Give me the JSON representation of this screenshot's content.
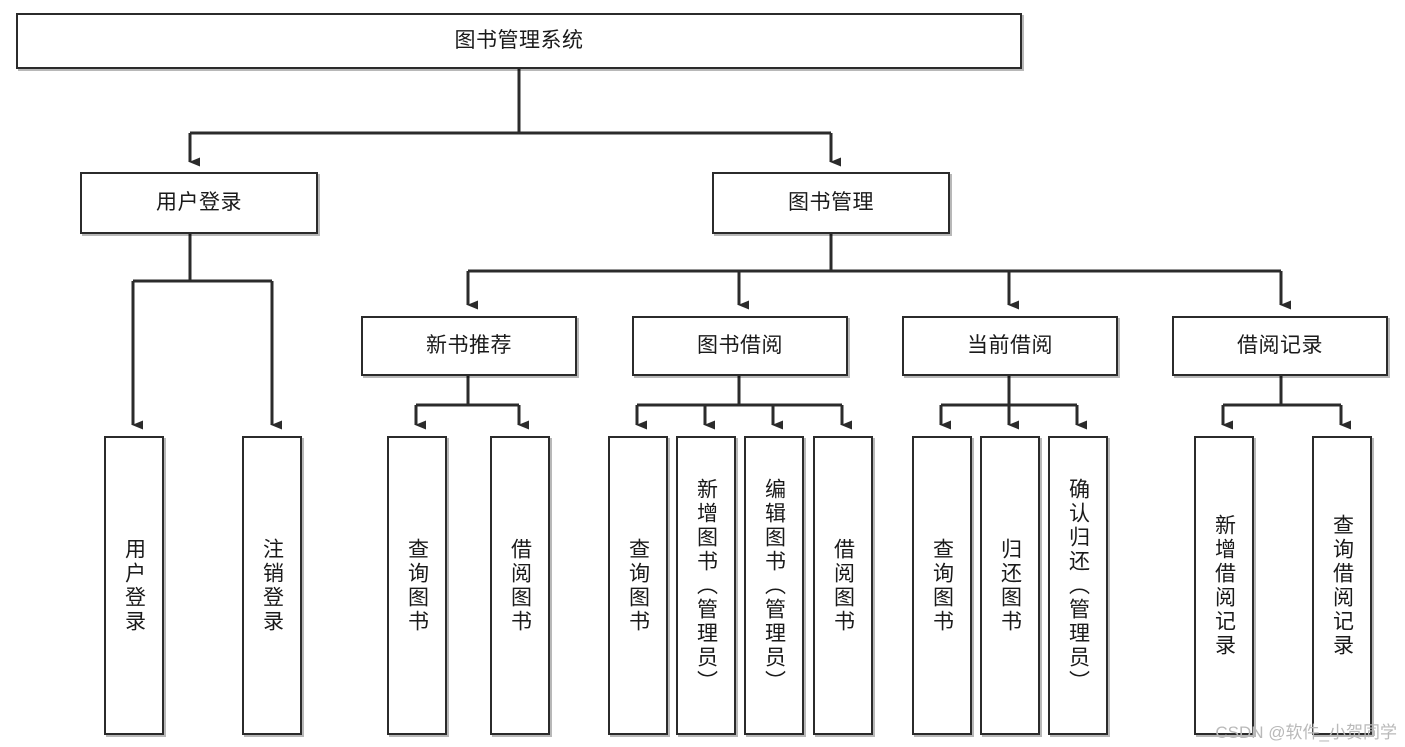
{
  "diagram": {
    "type": "hierarchy-tree",
    "title": "图书管理系统",
    "watermark": "CSDN @软件_小贺同学",
    "colors": {
      "border": "#2b2b2b",
      "fill": "#ffffff",
      "text": "#1a1a1a",
      "connector": "#2b2b2b",
      "watermark": "#b9b9b9"
    },
    "root": {
      "label": "图书管理系统"
    },
    "level1": [
      {
        "label": "用户登录"
      },
      {
        "label": "图书管理"
      }
    ],
    "level2": [
      {
        "label": "新书推荐"
      },
      {
        "label": "图书借阅"
      },
      {
        "label": "当前借阅"
      },
      {
        "label": "借阅记录"
      }
    ],
    "leaves": {
      "user_login": [
        {
          "label": "用户登录"
        },
        {
          "label": "注销登录"
        }
      ],
      "new_book_recommend": [
        {
          "label": "查询图书"
        },
        {
          "label": "借阅图书"
        }
      ],
      "book_borrow": [
        {
          "label": "查询图书"
        },
        {
          "label": "新增图书（管理员）"
        },
        {
          "label": "编辑图书（管理员）"
        },
        {
          "label": "借阅图书"
        }
      ],
      "current_borrow": [
        {
          "label": "查询图书"
        },
        {
          "label": "归还图书"
        },
        {
          "label": "确认归还（管理员）"
        }
      ],
      "borrow_record": [
        {
          "label": "新增借阅记录"
        },
        {
          "label": "查询借阅记录"
        }
      ]
    }
  }
}
